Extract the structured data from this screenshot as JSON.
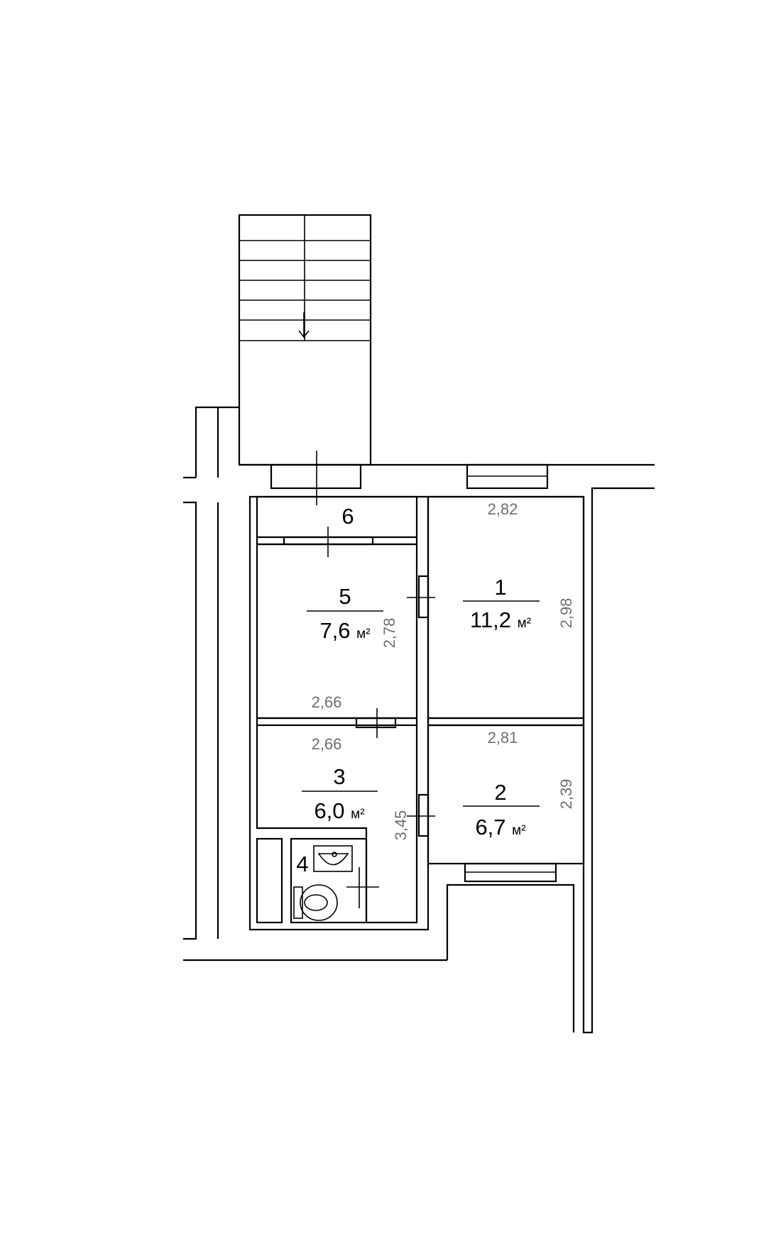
{
  "rooms": [
    {
      "number": "1",
      "area": "11,2",
      "unit": "м²"
    },
    {
      "number": "2",
      "area": "6,7",
      "unit": "м²"
    },
    {
      "number": "3",
      "area": "6,0",
      "unit": "м²"
    },
    {
      "number": "4"
    },
    {
      "number": "5",
      "area": "7,6",
      "unit": "м²"
    },
    {
      "number": "6"
    }
  ],
  "dimensions": {
    "room1_width": "2,82",
    "room1_height": "2,98",
    "room2_width": "2,81",
    "room2_height": "2,39",
    "room3_width": "2,66",
    "room3_height": "3,45",
    "room5_width": "2,66",
    "room5_height": "2,78"
  },
  "colors": {
    "walls": "#000000",
    "dimension_text": "#6e6e6e",
    "background": "#ffffff"
  }
}
